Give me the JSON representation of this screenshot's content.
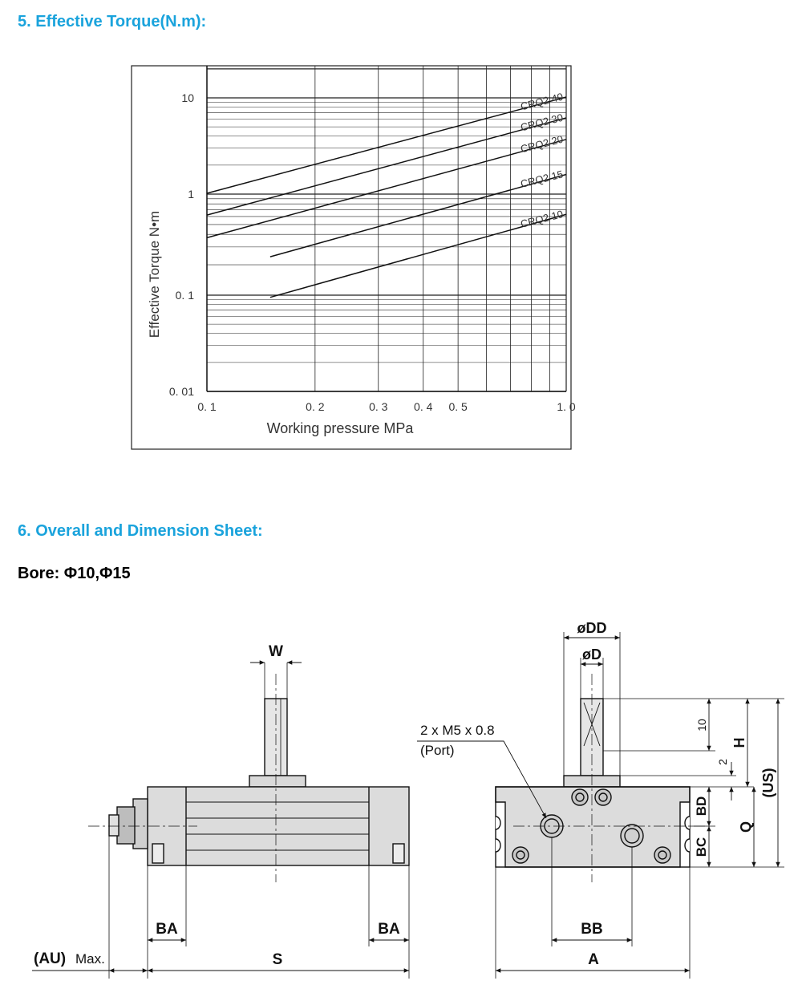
{
  "headings": {
    "torque": "5. Effective Torque(N.m):",
    "dimension": "6. Overall and Dimension Sheet:",
    "bore": "Bore: Φ10,Φ15"
  },
  "colors": {
    "heading": "#1aa3dc",
    "line": "#111111"
  },
  "chart_data": {
    "type": "line",
    "title": "",
    "xlabel": "Working pressure  MPa",
    "ylabel": "Effective Torque  N•m",
    "xscale": "log",
    "yscale": "log",
    "xlim": [
      0.1,
      1.0
    ],
    "ylim": [
      0.01,
      20
    ],
    "grid": true,
    "x_ticks": [
      {
        "v": 0.1,
        "label": "0. 1"
      },
      {
        "v": 0.2,
        "label": "0. 2"
      },
      {
        "v": 0.3,
        "label": "0. 3"
      },
      {
        "v": 0.4,
        "label": "0. 4"
      },
      {
        "v": 0.5,
        "label": "0. 5"
      },
      {
        "v": 1.0,
        "label": "1. 0"
      }
    ],
    "y_ticks": [
      {
        "v": 10,
        "label": "10"
      },
      {
        "v": 1,
        "label": "1"
      },
      {
        "v": 0.1,
        "label": "0. 1"
      },
      {
        "v": 0.01,
        "label": "0. 01"
      }
    ],
    "series": [
      {
        "name": "CRQ2  40",
        "x": [
          0.1,
          1.0
        ],
        "y": [
          1.02,
          10.2
        ]
      },
      {
        "name": "CRQ2  30",
        "x": [
          0.1,
          1.0
        ],
        "y": [
          0.62,
          6.2
        ]
      },
      {
        "name": "CRQ2  20",
        "x": [
          0.1,
          1.0
        ],
        "y": [
          0.37,
          3.7
        ]
      },
      {
        "name": "CRQ2  15",
        "x": [
          0.15,
          1.0
        ],
        "y": [
          0.24,
          1.6
        ]
      },
      {
        "name": "CRQ2  10",
        "x": [
          0.15,
          1.0
        ],
        "y": [
          0.095,
          0.63
        ]
      }
    ]
  },
  "dimension_labels": {
    "W": "W",
    "BA_left": "BA",
    "BA_right": "BA",
    "AU": "(AU)",
    "max": "Max.",
    "S": "S",
    "DD": "øDD",
    "D": "øD",
    "port_line1": "2 x M5 x 0.8",
    "port_line2": "(Port)",
    "ten": "10",
    "two": "2",
    "H": "H",
    "US": "(US)",
    "BD": "BD",
    "Q": "Q",
    "BC": "BC",
    "BB": "BB",
    "A": "A"
  }
}
